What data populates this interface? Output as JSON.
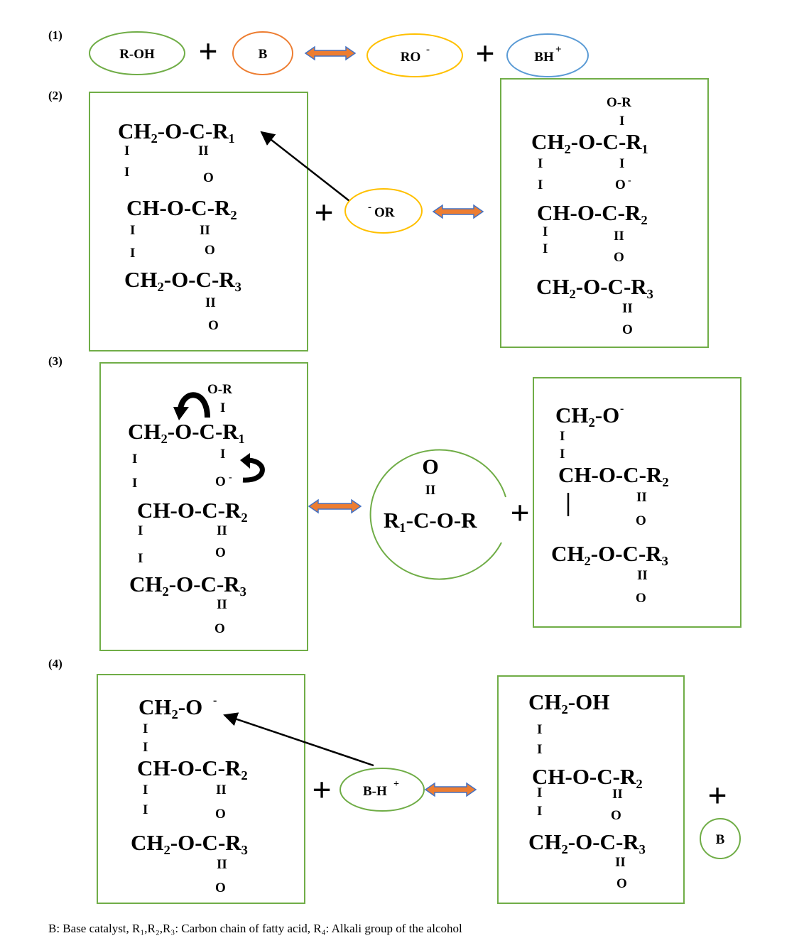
{
  "colors": {
    "box": "#70ad47",
    "roh": "#70ad47",
    "base": "#ed7d31",
    "alkoxide": "#ffc000",
    "bh": "#5b9bd5",
    "arrow_fill": "#ed7d31",
    "arrow_stroke": "#4472c4"
  },
  "steps": [
    "(1)",
    "(2)",
    "(3)",
    "(4)"
  ],
  "step1": {
    "roh": "R-OH",
    "base": "B",
    "ro": "RO",
    "ro_charge": "-",
    "bh": "BH",
    "bh_charge": "+"
  },
  "step2": {
    "left": {
      "r1": "CH₂-O-C-R₁",
      "r2": "CH-O-C-R₂",
      "r3": "CH₂-O-C-R₃",
      "o": "O",
      "dbl": "II",
      "bar": "I"
    },
    "reagent": "OR",
    "reagent_charge": "-",
    "right": {
      "or": "O-R",
      "r1": "CH₂-O-C-R₁",
      "o_minus": "O",
      "minus": "-",
      "r2": "CH-O-C-R₂",
      "r3": "CH₂-O-C-R₃",
      "o": "O",
      "dbl": "II",
      "bar": "I"
    }
  },
  "step3": {
    "left": {
      "or": "O-R",
      "r1": "CH₂-O-C-R₁",
      "o_minus": "O",
      "minus": "-",
      "r2": "CH-O-C-R₂",
      "r3": "CH₂-O-C-R₃",
      "o": "O",
      "dbl": "II",
      "bar": "I"
    },
    "ester": {
      "o": "O",
      "dbl": "II",
      "formula": "R₁-C-O-R"
    },
    "right": {
      "r1": "CH₂-O",
      "minus": "-",
      "r2": "CH-O-C-R₂",
      "r3": "CH₂-O-C-R₃",
      "o": "O",
      "dbl": "II",
      "bar": "I"
    }
  },
  "step4": {
    "left": {
      "r1": "CH₂-O",
      "minus": "-",
      "r2": "CH-O-C-R₂",
      "r3": "CH₂-O-C-R₃",
      "o": "O",
      "dbl": "II",
      "bar": "I"
    },
    "reagent": "B-H",
    "reagent_charge": "+",
    "right": {
      "r1": "CH₂-OH",
      "r2": "CH-O-C-R₂",
      "r3": "CH₂-O-C-R₃",
      "o": "O",
      "dbl": "II",
      "bar": "I"
    },
    "base": "B"
  },
  "plus": "+",
  "footnote": "B: Base catalyst, R₁,R₂,R₃: Carbon chain of fatty acid, R₄: Alkali group of the alcohol"
}
